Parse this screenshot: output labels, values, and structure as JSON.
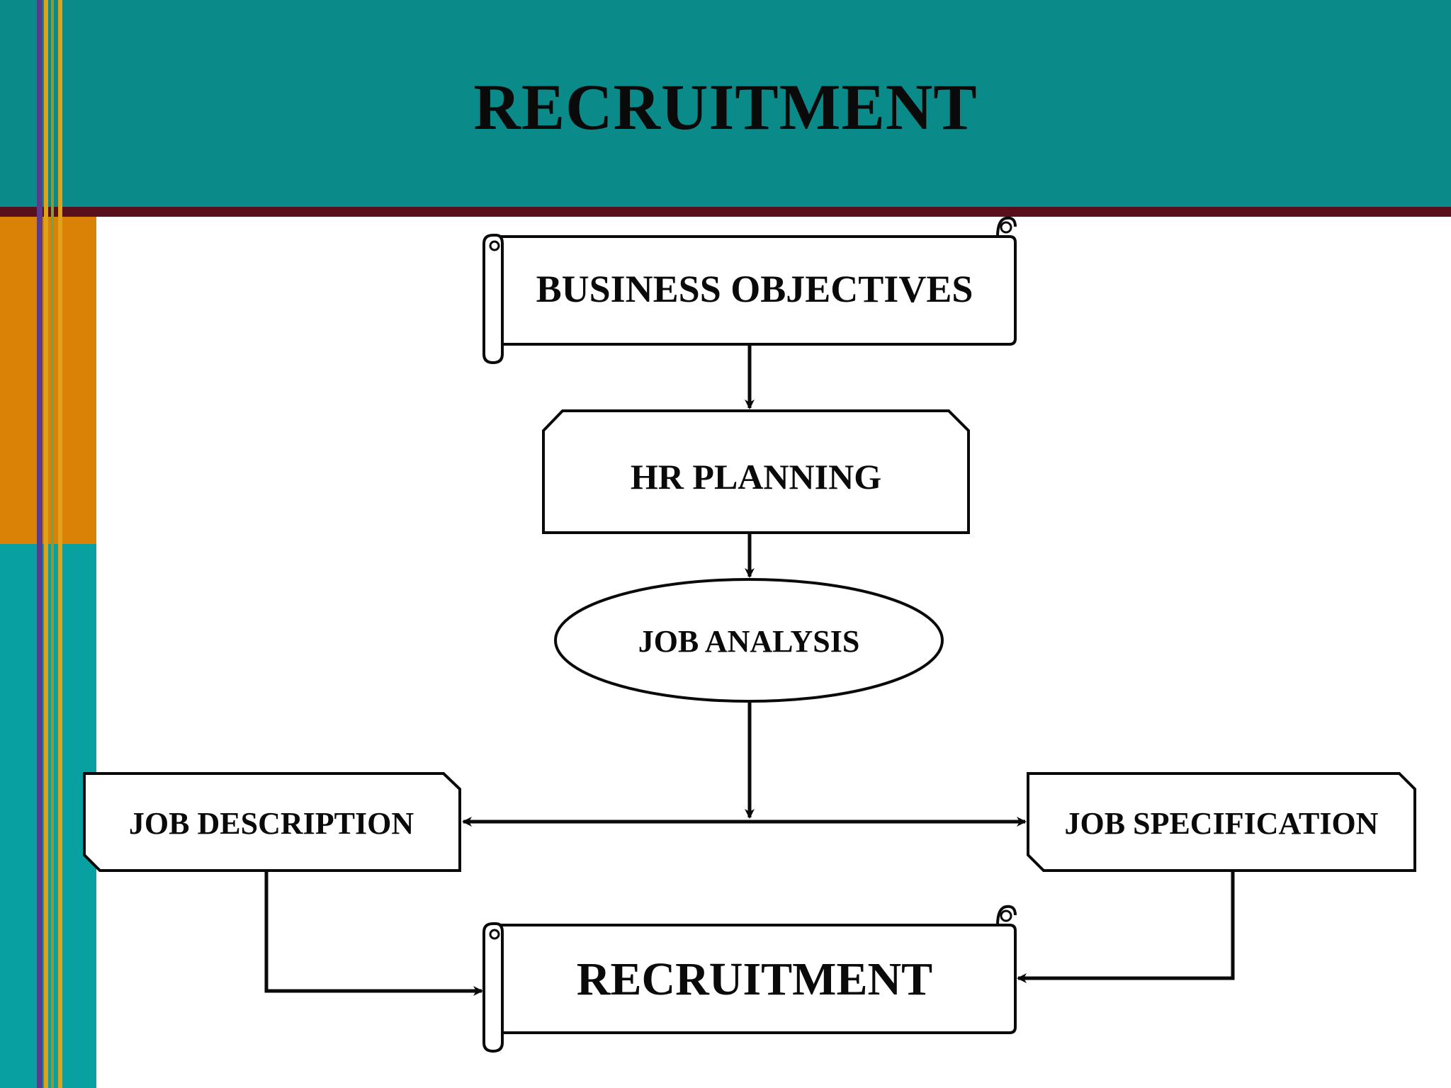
{
  "slide": {
    "title": "RECRUITMENT"
  },
  "nodes": {
    "business_objectives": "BUSINESS OBJECTIVES",
    "hr_planning": "HR PLANNING",
    "job_analysis": "JOB ANALYSIS",
    "job_description": "JOB DESCRIPTION",
    "job_specification": "JOB SPECIFICATION",
    "recruitment": "RECRUITMENT"
  },
  "colors": {
    "header": "#0b8a8a",
    "header_rule": "#5a0f1c",
    "side_orange": "#d98206",
    "side_teal": "#08a0a0",
    "stripe_purple": "#5a3b8c",
    "stripe_gold": "#e0a21a",
    "stroke": "#0a0a0a"
  }
}
